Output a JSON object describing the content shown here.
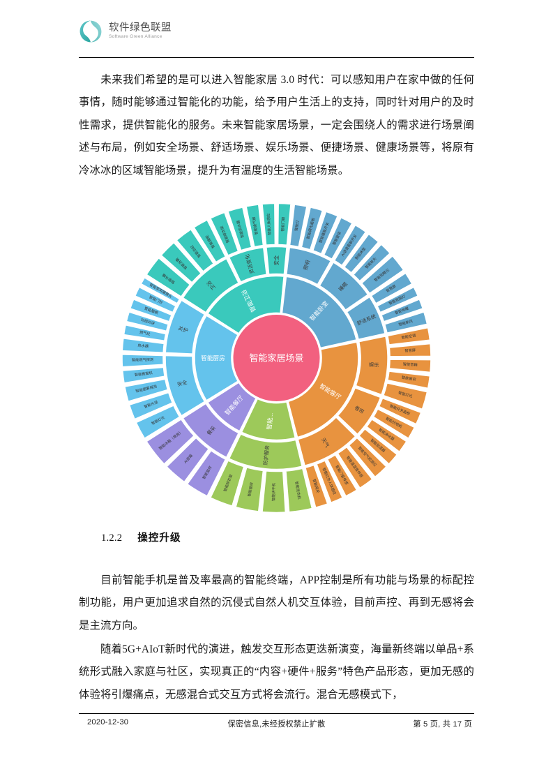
{
  "header": {
    "logo_cn": "软件绿色联盟",
    "logo_en": "Software Green Alliance",
    "logo_icon": "green-alliance-swirl-logo"
  },
  "body": {
    "paragraph_1": "未来我们希望的是可以进入智能家居 3.0 时代：可以感知用户在家中做的任何事情，随时能够通过智能化的功能，给予用户生活上的支持，同时针对用户的及时性需求，提供智能化的服务。未来智能家居场景，一定会围绕人的需求进行场景阐述与布局，例如安全场景、舒适场景、娱乐场景、便捷场景、健康场景等，将原有冷冰冰的区域智能场景，提升为有温度的生活智能场景。",
    "heading_number": "1.2.2",
    "heading_text": "操控升级",
    "paragraph_2": "目前智能手机是普及率最高的智能终端，APP控制是所有功能与场景的标配控制功能，用户更加追求自然的沉侵式自然人机交互体验，目前声控、再到无感将会是主流方向。",
    "paragraph_3": "随着5G+AIoT新时代的演进，触发交互形态更迭新演变，海量新终端以单品+系统形式融入家庭与社区，实现真正的“内容+硬件+服务”特色产品形态，更加无感的体验将引爆痛点，无感混合式交互方式将会流行。混合无感模式下，"
  },
  "footer": {
    "date": "2020-12-30",
    "notice": "保密信息,未经授权禁止扩散",
    "page_info": "第 5 页, 共 17 页"
  },
  "chart_data": {
    "type": "sunburst",
    "title": "智能家居场景",
    "center_label": "智能家居场景",
    "center_color": "#f2607f",
    "grid": false,
    "legend": "none",
    "colors": {
      "bathroom": "#3ac9bc",
      "bedroom": "#62a8cf",
      "livingroom": "#e8933f",
      "utility": "#9dc95a",
      "dining": "#9b8fe0",
      "kitchen": "#64c3ec",
      "center": "#f2607f"
    },
    "rings": [
      {
        "ring": 1,
        "label": "场景分区",
        "nodes": [
          {
            "name": "智能卫浴",
            "color": "#3ac9bc",
            "start": -58,
            "end": 6
          },
          {
            "name": "智能卧室",
            "color": "#62a8cf",
            "start": 6,
            "end": 78
          },
          {
            "name": "智能客厅",
            "color": "#e8933f",
            "start": 78,
            "end": 166
          },
          {
            "name": "智能...",
            "color": "#9dc95a",
            "start": 166,
            "end": 206
          },
          {
            "name": "智能餐厅",
            "color": "#9b8fe0",
            "start": 206,
            "end": 238
          },
          {
            "name": "智能厨房",
            "color": "#64c3ec",
            "start": 238,
            "end": 302
          }
        ]
      },
      {
        "ring": 2,
        "label": "功能子域",
        "nodes": [
          {
            "name": "卫浴",
            "parent": "智能卫浴",
            "color": "#3ac9bc",
            "start": -58,
            "end": -26
          },
          {
            "name": "灵活变化",
            "parent": "智能卫浴",
            "color": "#3ac9bc",
            "start": -26,
            "end": -6
          },
          {
            "name": "安全",
            "parent": "智能卫浴",
            "color": "#3ac9bc",
            "start": -6,
            "end": 6
          },
          {
            "name": "照明",
            "parent": "智能卧室",
            "color": "#62a8cf",
            "start": 6,
            "end": 30
          },
          {
            "name": "睡眠",
            "parent": "智能卧室",
            "color": "#62a8cf",
            "start": 30,
            "end": 56
          },
          {
            "name": "舒适系统",
            "parent": "智能卧室",
            "color": "#62a8cf",
            "start": 56,
            "end": 78
          },
          {
            "name": "娱乐",
            "parent": "智能客厅",
            "color": "#e8933f",
            "start": 78,
            "end": 110
          },
          {
            "name": "卷帘",
            "parent": "智能客厅",
            "color": "#e8933f",
            "start": 110,
            "end": 134
          },
          {
            "name": "天气",
            "parent": "智能客厅",
            "color": "#e8933f",
            "start": 134,
            "end": 166
          },
          {
            "name": "防护服务",
            "parent": "智能...",
            "color": "#9dc95a",
            "start": 166,
            "end": 206
          },
          {
            "name": "餐采",
            "parent": "智能餐厅",
            "color": "#9b8fe0",
            "start": 206,
            "end": 238
          },
          {
            "name": "安全",
            "parent": "智能厨房",
            "color": "#64c3ec",
            "start": 238,
            "end": 272
          },
          {
            "name": "关护",
            "parent": "智能厨房",
            "color": "#64c3ec",
            "start": 272,
            "end": 302
          }
        ]
      },
      {
        "ring": 3,
        "label": "设备明细",
        "nodes": [
          {
            "name": "智能马桶",
            "parent": "卫浴",
            "color": "#3ac9bc",
            "start": -58,
            "end": -49
          },
          {
            "name": "智能浴霸",
            "parent": "卫浴",
            "color": "#3ac9bc",
            "start": -49,
            "end": -41
          },
          {
            "name": "智能浴缸",
            "parent": "卫浴",
            "color": "#3ac9bc",
            "start": -41,
            "end": -33
          },
          {
            "name": "智能镜柜",
            "parent": "卫浴",
            "color": "#3ac9bc",
            "start": -33,
            "end": -26
          },
          {
            "name": "智能晾衣架",
            "parent": "灵活变化",
            "color": "#3ac9bc",
            "start": -26,
            "end": -19
          },
          {
            "name": "智能热水器",
            "parent": "灵活变化",
            "color": "#3ac9bc",
            "start": -19,
            "end": -12
          },
          {
            "name": "智能换气扇",
            "parent": "灵活变化",
            "color": "#3ac9bc",
            "start": -12,
            "end": -6
          },
          {
            "name": "智能人体感应",
            "parent": "安全",
            "color": "#3ac9bc",
            "start": -6,
            "end": 0
          },
          {
            "name": "智能门锁",
            "parent": "安全",
            "color": "#3ac9bc",
            "start": 0,
            "end": 6
          },
          {
            "name": "智能灯",
            "parent": "照明",
            "color": "#62a8cf",
            "start": 6,
            "end": 12
          },
          {
            "name": "智能调光面板",
            "parent": "照明",
            "color": "#62a8cf",
            "start": 12,
            "end": 18
          },
          {
            "name": "智能墙板开关",
            "parent": "照明",
            "color": "#62a8cf",
            "start": 18,
            "end": 24
          },
          {
            "name": "智能窗帘",
            "parent": "照明",
            "color": "#62a8cf",
            "start": 24,
            "end": 30
          },
          {
            "name": "AI语音面板开关",
            "parent": "睡眠",
            "color": "#62a8cf",
            "start": 30,
            "end": 36
          },
          {
            "name": "智能床垫",
            "parent": "睡眠",
            "color": "#62a8cf",
            "start": 36,
            "end": 42
          },
          {
            "name": "智能枕头",
            "parent": "睡眠",
            "color": "#62a8cf",
            "start": 42,
            "end": 48
          },
          {
            "name": "智能助眠仪",
            "parent": "睡眠",
            "color": "#62a8cf",
            "start": 48,
            "end": 56
          },
          {
            "name": "智慧屏",
            "parent": "舒适系统",
            "color": "#62a8cf",
            "start": 56,
            "end": 62
          },
          {
            "name": "智能氛围灯",
            "parent": "舒适系统",
            "color": "#62a8cf",
            "start": 62,
            "end": 67
          },
          {
            "name": "智能地暖",
            "parent": "舒适系统",
            "color": "#62a8cf",
            "start": 67,
            "end": 72
          },
          {
            "name": "智能新风",
            "parent": "舒适系统",
            "color": "#62a8cf",
            "start": 72,
            "end": 78
          },
          {
            "name": "智能空调",
            "parent": "娱乐",
            "color": "#e8933f",
            "start": 78,
            "end": 84
          },
          {
            "name": "智慧屏",
            "parent": "娱乐",
            "color": "#e8933f",
            "start": 84,
            "end": 90
          },
          {
            "name": "智能音箱",
            "parent": "娱乐",
            "color": "#e8933f",
            "start": 90,
            "end": 96
          },
          {
            "name": "智能窗帘",
            "parent": "娱乐",
            "color": "#e8933f",
            "start": 96,
            "end": 102
          },
          {
            "name": "智能灯光",
            "parent": "娱乐",
            "color": "#e8933f",
            "start": 102,
            "end": 110
          },
          {
            "name": "智能开关面板",
            "parent": "卷帘",
            "color": "#e8933f",
            "start": 110,
            "end": 116
          },
          {
            "name": "智能扫地机",
            "parent": "卷帘",
            "color": "#e8933f",
            "start": 116,
            "end": 122
          },
          {
            "name": "智能净化器",
            "parent": "卷帘",
            "color": "#e8933f",
            "start": 122,
            "end": 128
          },
          {
            "name": "智能加湿器",
            "parent": "卷帘",
            "color": "#e8933f",
            "start": 128,
            "end": 134
          },
          {
            "name": "智能空气检测仪",
            "parent": "天气",
            "color": "#e8933f",
            "start": 134,
            "end": 141
          },
          {
            "name": "智能温湿度传感",
            "parent": "天气",
            "color": "#e8933f",
            "start": 141,
            "end": 148
          },
          {
            "name": "智能门窗传感",
            "parent": "天气",
            "color": "#e8933f",
            "start": 148,
            "end": 154
          },
          {
            "name": "智能红外人体感应",
            "parent": "天气",
            "color": "#e8933f",
            "start": 154,
            "end": 160
          },
          {
            "name": "智能网关",
            "parent": "天气",
            "color": "#e8933f",
            "start": 160,
            "end": 166
          },
          {
            "name": "智能洗衣机",
            "parent": "防护服务",
            "color": "#9dc95a",
            "start": 166,
            "end": 176
          },
          {
            "name": "智能烘干机",
            "parent": "防护服务",
            "color": "#9dc95a",
            "start": 176,
            "end": 186
          },
          {
            "name": "智能窗帘",
            "parent": "防护服务",
            "color": "#9dc95a",
            "start": 186,
            "end": 196
          },
          {
            "name": "智能晾衣架",
            "parent": "防护服务",
            "color": "#9dc95a",
            "start": 196,
            "end": 206
          },
          {
            "name": "智能窗帘",
            "parent": "餐采",
            "color": "#9b8fe0",
            "start": 206,
            "end": 216
          },
          {
            "name": "AI音箱",
            "parent": "餐采",
            "color": "#9b8fe0",
            "start": 216,
            "end": 226
          },
          {
            "name": "智能冰箱（常用）",
            "parent": "餐采",
            "color": "#9b8fe0",
            "start": 226,
            "end": 238
          },
          {
            "name": "智能灯光",
            "parent": "安全",
            "color": "#64c3ec",
            "start": 238,
            "end": 246
          },
          {
            "name": "智能水浸",
            "parent": "安全",
            "color": "#64c3ec",
            "start": 246,
            "end": 253
          },
          {
            "name": "智能烟雾探测",
            "parent": "安全",
            "color": "#64c3ec",
            "start": 253,
            "end": 260
          },
          {
            "name": "智能推窗机",
            "parent": "安全",
            "color": "#64c3ec",
            "start": 260,
            "end": 266
          },
          {
            "name": "智能燃气探测",
            "parent": "安全",
            "color": "#64c3ec",
            "start": 266,
            "end": 272
          },
          {
            "name": "热水器",
            "parent": "关护",
            "color": "#64c3ec",
            "start": 272,
            "end": 278
          },
          {
            "name": "燃气灶",
            "parent": "关护",
            "color": "#64c3ec",
            "start": 278,
            "end": 283
          },
          {
            "name": "可视对讲",
            "parent": "关护",
            "color": "#64c3ec",
            "start": 283,
            "end": 288
          },
          {
            "name": "智能猫眼",
            "parent": "关护",
            "color": "#64c3ec",
            "start": 288,
            "end": 293
          },
          {
            "name": "智能门铃",
            "parent": "关护",
            "color": "#64c3ec",
            "start": 293,
            "end": 298
          },
          {
            "name": "智能家用摄像头",
            "parent": "关护",
            "color": "#64c3ec",
            "start": 298,
            "end": 302
          }
        ]
      }
    ]
  }
}
